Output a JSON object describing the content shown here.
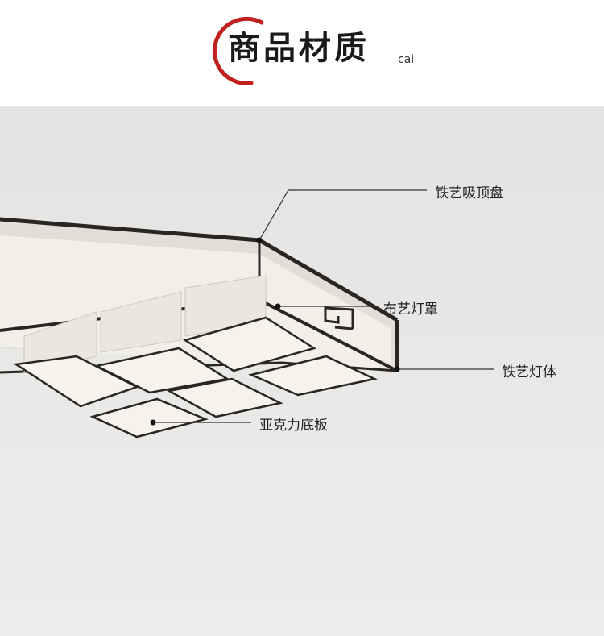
{
  "header": {
    "title": "商品材质",
    "title_first_char_accent": "#c0201e",
    "subtitle": "cai"
  },
  "callouts": [
    {
      "id": "ceiling-plate",
      "label": "铁艺吸顶盘"
    },
    {
      "id": "fabric-shade",
      "label": "布艺灯罩"
    },
    {
      "id": "iron-body",
      "label": "铁艺灯体"
    },
    {
      "id": "acrylic-base",
      "label": "亚克力底板"
    }
  ],
  "colors": {
    "background": "#e6e6e4",
    "frame": "#2a2522",
    "shade": "#f3f0ea",
    "leader_line": "#333333"
  }
}
